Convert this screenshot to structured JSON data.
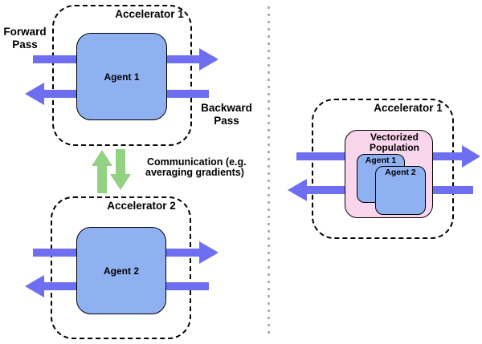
{
  "colors": {
    "arrow_blue": "#6e6ef0",
    "agent_blue": "#8fb1f2",
    "communication_green": "#93d282",
    "population_pink": "#fad6ec",
    "divider_gray": "#b0b0b0",
    "outline_black": "#000000"
  },
  "left": {
    "accelerator1": {
      "label": "Accelerator 1",
      "agent_label": "Agent 1"
    },
    "accelerator2": {
      "label": "Accelerator 2",
      "agent_label": "Agent 2"
    },
    "forward_label": "Forward Pass",
    "backward_label": "Backward Pass",
    "communication_line1": "Communication (e.g.",
    "communication_line2": "averaging gradients)"
  },
  "right": {
    "accelerator": {
      "label": "Accelerator 1"
    },
    "population_label": "Vectorized Population",
    "agent1_label": "Agent 1",
    "agent2_label": "Agent 2"
  }
}
